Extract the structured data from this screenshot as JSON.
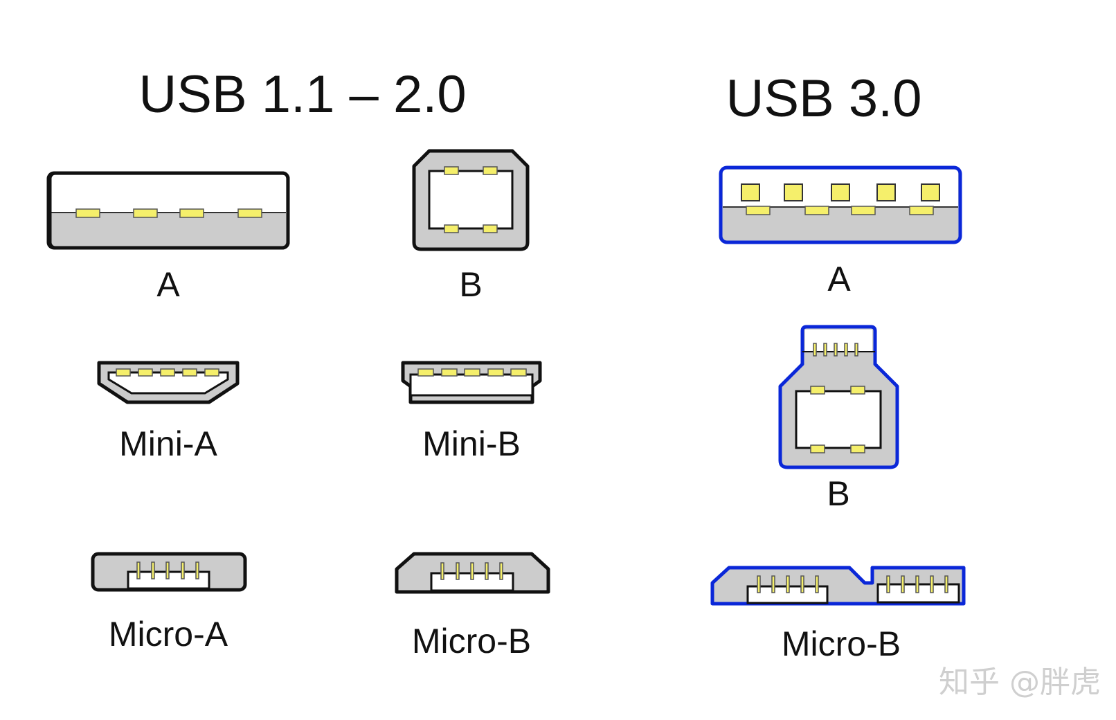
{
  "headings": {
    "usb2": "USB 1.1 – 2.0",
    "usb3": "USB 3.0"
  },
  "connectors": {
    "usb2_a": "A",
    "usb2_b": "B",
    "usb2_mini_a": "Mini-A",
    "usb2_mini_b": "Mini-B",
    "usb2_micro_a": "Micro-A",
    "usb2_micro_b": "Micro-B",
    "usb3_a": "A",
    "usb3_b": "B",
    "usb3_micro_b": "Micro-B"
  },
  "watermark": "知乎 @胖虎",
  "colors": {
    "shell": "#cccccc",
    "outline_usb2": "#111111",
    "outline_usb3": "#0a27d8",
    "pin": "#f5ef6b"
  }
}
